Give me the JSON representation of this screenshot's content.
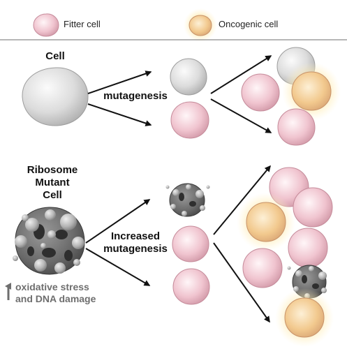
{
  "legend": {
    "fitter_label": "Fitter cell",
    "oncogenic_label": "Oncogenic cell"
  },
  "top_panel": {
    "source_label": "Cell",
    "process_label": "mutagenesis"
  },
  "bottom_panel": {
    "source_label_lines": [
      "Ribosome",
      "Mutant",
      "Cell"
    ],
    "process_label_lines": [
      "Increased",
      "mutagenesis"
    ],
    "note_lines": [
      "oxidative stress",
      "and DNA damage"
    ]
  },
  "colors": {
    "normal_cell": "#c9c9c9",
    "fitter_cell": "#e9b6c3",
    "oncogenic_cell": "#f0c890",
    "mutant_cell": "#6d6d6d",
    "arrow": "#111111",
    "divider": "#8a8a8a"
  }
}
